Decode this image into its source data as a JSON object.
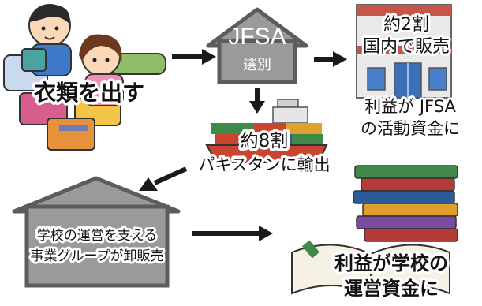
{
  "step_donate": {
    "label": "衣類を出す"
  },
  "jfsa_house": {
    "title": "JFSA",
    "subtitle": "選別"
  },
  "domestic": {
    "line1": "約2割",
    "line2": "国内で販売",
    "note_line1": "利益が JFSA",
    "note_line2": "の活動資金に"
  },
  "export": {
    "line1": "約8割",
    "line2": "パキスタンに輸出"
  },
  "school_house": {
    "line1": "学校の運営を支える",
    "line2": "事業グループが卸販売"
  },
  "books": {
    "line1": "利益が学校の",
    "line2": "運営資金に"
  },
  "colors": {
    "house_gray": "#9a9a9a",
    "house_dark": "#5c5c5c",
    "arrow": "#1a1a1a",
    "shop_red": "#c7564a",
    "ship_red": "#c9452f",
    "book_red": "#b53a3a",
    "book_blue": "#2d5b9a",
    "book_green": "#3f8a4a"
  }
}
